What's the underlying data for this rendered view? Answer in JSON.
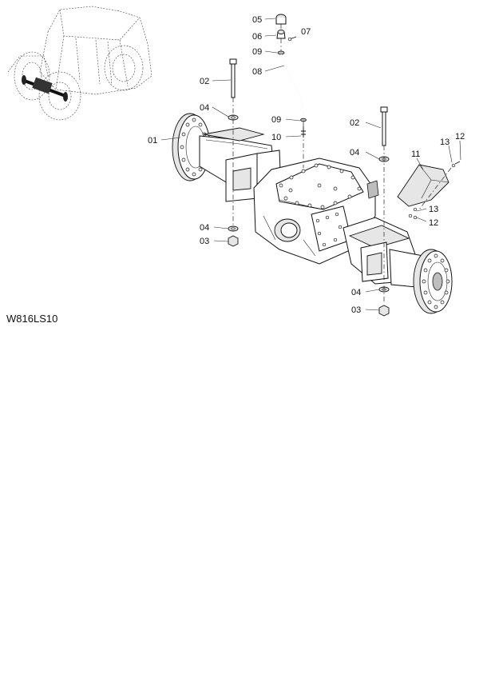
{
  "diagram_code": "W816LS10",
  "callouts": [
    {
      "id": "c05",
      "label": "05"
    },
    {
      "id": "c06",
      "label": "06"
    },
    {
      "id": "c07",
      "label": "07"
    },
    {
      "id": "c09a",
      "label": "09"
    },
    {
      "id": "c08",
      "label": "08"
    },
    {
      "id": "c02a",
      "label": "02"
    },
    {
      "id": "c04a",
      "label": "04"
    },
    {
      "id": "c09b",
      "label": "09"
    },
    {
      "id": "c01",
      "label": "01"
    },
    {
      "id": "c10",
      "label": "10"
    },
    {
      "id": "c02b",
      "label": "02"
    },
    {
      "id": "c04b",
      "label": "04"
    },
    {
      "id": "c11",
      "label": "11"
    },
    {
      "id": "c13a",
      "label": "13"
    },
    {
      "id": "c12a",
      "label": "12"
    },
    {
      "id": "c13b",
      "label": "13"
    },
    {
      "id": "c12b",
      "label": "12"
    },
    {
      "id": "c04c",
      "label": "04"
    },
    {
      "id": "c03a",
      "label": "03"
    },
    {
      "id": "c04d",
      "label": "04"
    },
    {
      "id": "c03b",
      "label": "03"
    }
  ]
}
